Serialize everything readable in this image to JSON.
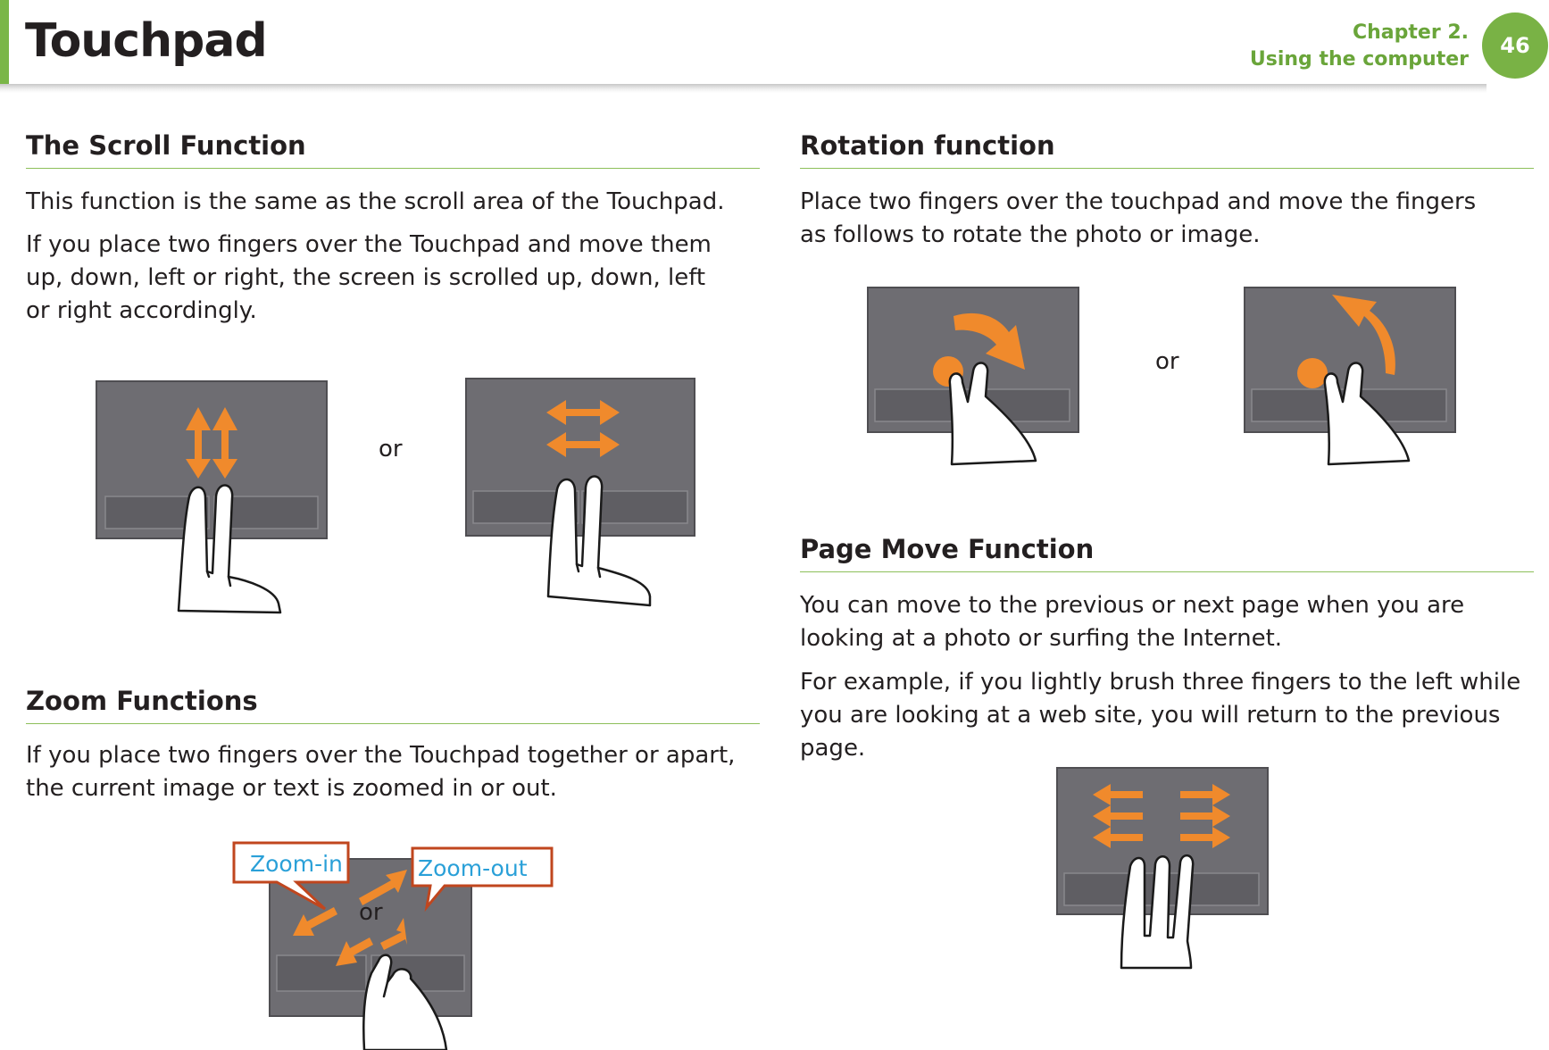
{
  "header": {
    "title": "Touchpad",
    "chapter_line1": "Chapter 2.",
    "chapter_line2": "Using the computer",
    "page_number": "46"
  },
  "colors": {
    "accent_green": "#7ab648",
    "arrow_orange": "#f08a2c",
    "callout_red": "#c0461e",
    "callout_blue": "#2aa0d8"
  },
  "scroll": {
    "title": "The Scroll Function",
    "p1": "This function is the same as the scroll area of the Touchpad.",
    "p2": "If you place two fingers over the Touchpad and move them up, down, left or right, the screen is scrolled up, down, left or right accordingly.",
    "or": "or"
  },
  "zoom": {
    "title": "Zoom Functions",
    "p1": "If you place two fingers over the Touchpad together or apart, the current image or text is zoomed in or out.",
    "zoom_in": "Zoom-in",
    "zoom_out": "Zoom-out",
    "or": "or"
  },
  "rotation": {
    "title": "Rotation function",
    "p1": "Place two fingers over the touchpad and move the fingers as follows to rotate the photo or image.",
    "or": "or"
  },
  "pagemove": {
    "title": "Page Move Function",
    "p1": "You can move to the previous or next page when you are looking at a photo or surfing the Internet.",
    "p2": "For example, if you lightly brush three fingers to the left while you are looking at a web site, you will return to the previous page."
  }
}
